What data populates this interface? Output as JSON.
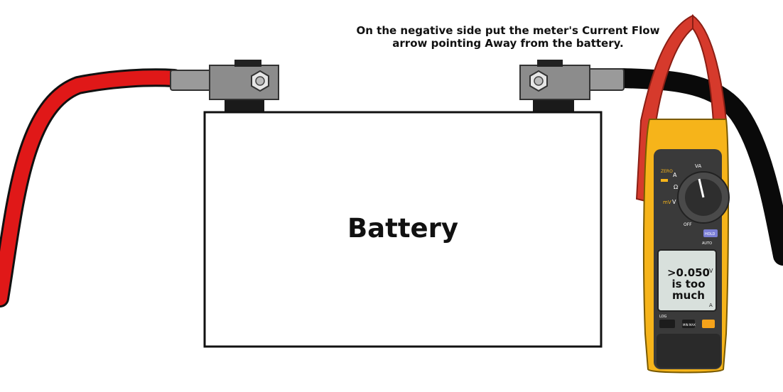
{
  "instruction": {
    "line1": "On the negative side put the meter's Current Flow",
    "line2": "arrow pointing Away from the battery."
  },
  "battery": {
    "label": "Battery"
  },
  "meter": {
    "dial_labels": {
      "zero": "ZERO",
      "a": "A",
      "va": "VA",
      "ohm": "Ω",
      "mv": "mV",
      "v": "V",
      "off": "OFF"
    },
    "buttons": {
      "hold": "HOLD",
      "auto": "AUTO",
      "log": "LOG",
      "minmax": "MIN MAX"
    },
    "display": {
      "line1": ">0.050",
      "line2": "is too",
      "line3": "much",
      "unit_v": "V",
      "unit_a": "A"
    }
  },
  "colors": {
    "positive_cable": "#e01818",
    "negative_cable": "#0a0a0a",
    "meter_body": "#f6b41a",
    "meter_jaw": "#d63a2c",
    "terminal": "#8c8c8c"
  },
  "icons": [
    "cable-positive",
    "cable-negative",
    "terminal-clamp",
    "clamp-meter",
    "rotary-dial"
  ]
}
